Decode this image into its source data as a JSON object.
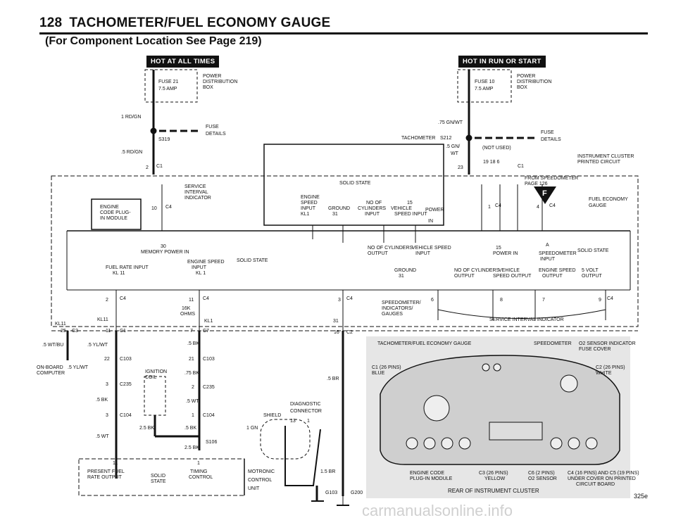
{
  "header": {
    "page_number": "128",
    "title": "TACHOMETER/FUEL ECONOMY GAUGE",
    "subtitle": "(For Component Location See Page 219)"
  },
  "banners": {
    "hot_all": "HOT AT ALL TIMES",
    "hot_run": "HOT IN RUN OR START"
  },
  "left_fuse": {
    "name": "FUSE 21",
    "amp": "7.5 AMP",
    "box1": "POWER",
    "box2": "DISTRIBUTION",
    "box3": "BOX",
    "wire1": "1 RD/GN",
    "detail1": "FUSE",
    "detail2": "DETAILS",
    "splice": "S319",
    "wire2": ".5 RD/GN",
    "conn": "C1",
    "pin": "2"
  },
  "right_fuse": {
    "name": "FUSE 10",
    "amp": "7.5 AMP",
    "box1": "POWER",
    "box2": "DISTRIBUTION",
    "box3": "BOX",
    "wire1": ".75 GN/WT",
    "tach": "TACHOMETER",
    "splice": "S212",
    "detail1": "FUSE",
    "detail2": "DETAILS",
    "wire2": ".5 GN/",
    "wire3": "WT",
    "not_used": "(NOT USED)",
    "pins": "19  18  6",
    "conn": "C1",
    "pin": "23"
  },
  "cluster": {
    "line1": "INSTRUMENT CLUSTER",
    "line2": "PRINTED CIRCUIT",
    "from1": "FROM SPEEDOMETER",
    "from2": "PAGE 126",
    "fuel_gauge1": "FUEL ECONOMY",
    "fuel_gauge2": "GAUGE",
    "gauge_letter": "F",
    "c4a": "C4",
    "c4a_pin": "1",
    "c4b": "C4",
    "c4b_pin": "4"
  },
  "solid_top": {
    "title": "SOLID STATE",
    "l1": "ENGINE",
    "l2": "SPEED",
    "l3": "INPUT",
    "l4": "KL1",
    "g1": "GROUND",
    "g2": "31",
    "n1": "NO OF",
    "n2": "CYLINDERS",
    "n3": "INPUT",
    "v1": "15",
    "v2": "VEHICLE",
    "v3": "SPEED INPUT",
    "p1": "POWER",
    "p2": "IN"
  },
  "service": {
    "l1": "SERVICE",
    "l2": "INTERVAL",
    "l3": "INDICATOR",
    "pin": "10",
    "conn": "C4"
  },
  "ecm": {
    "l1": "ENGINE",
    "l2": "CODE PLUG-",
    "l3": "IN MODULE"
  },
  "mid_left": {
    "n30": "30",
    "mem": "MEMORY POWER IN",
    "fuel1": "FUEL RATE INPUT",
    "fuel2": "KL 11",
    "eng1": "ENGINE SPEED",
    "eng2": "INPUT",
    "eng3": "KL 1",
    "solid": "SOLID STATE"
  },
  "mid_right": {
    "a1": "NO OF CYLINDERS",
    "a2": "OUTPUT",
    "b1": "VEHICLE SPEED",
    "b2": "INPUT",
    "c1": "15",
    "c2": "POWER IN",
    "d1": "A",
    "d2": "SPEEDOMETER",
    "d3": "INPUT",
    "solid": "SOLID STATE",
    "g1": "GROUND",
    "g2": "31",
    "e1": "NO OF CYLINDERS",
    "e2": "OUTPUT",
    "f1": "VEHICLE",
    "f2": "SPEED OUTPUT",
    "h1": "ENGINE SPEED",
    "h2": "OUTPUT",
    "i1": "5 VOLT",
    "i2": "OUTPUT"
  },
  "low_row": {
    "c4_2": "C4",
    "p2": "2",
    "c4_11": "C4",
    "p11": "11",
    "ohm1": "16K",
    "ohm2": "OHMS",
    "kl1": "KL1",
    "kl11a": "KL11",
    "kl11b": "KL11",
    "c4_3": "C4",
    "p3": "3",
    "speedo1": "SPEEDOMETER/",
    "speedo2": "INDICATORS/",
    "speedo3": "GAUGES",
    "n31": "31",
    "p6": "6",
    "p8": "8",
    "p7": "7",
    "p9": "9",
    "c4_9": "C4",
    "sii": "SERVICE INTERVAL INDICATOR"
  },
  "bottom_left": {
    "p25": "25",
    "c3": "C3",
    "p11": "11",
    "c1": "C1",
    "p7": "7",
    "c7": "C7",
    "p16": "16",
    "c2": "C2",
    "w1": ".5 WT/BU",
    "w2": ".5 YL/WT",
    "w3": ".5 BK",
    "p22": "22",
    "c103a": "C103",
    "p21": "21",
    "c103b": "C103",
    "obc1": "ON-BOARD",
    "obc2": "COMPUTER",
    "w4": ".5 YL/WT",
    "ign1": "IGNITION",
    "ign2": "COIL",
    "w5": ".75 BK",
    "p3a": "3",
    "c235a": "C235",
    "p2": "2",
    "c235b": "C235",
    "w6": ".5 BK",
    "w7": ".5 WT",
    "p3b": "3",
    "c104a": "C104",
    "p1": "1",
    "c104b": "C104",
    "w8": "2.5 BK",
    "w9": ".5 BK",
    "w10": ".5 WT",
    "s106": "S106",
    "w11": "2.5 BK",
    "p11b": "11",
    "p1b": "1",
    "pf1": "PRESENT FUEL",
    "pf2": "RATE OUTPUT",
    "ss1": "SOLID",
    "ss2": "STATE",
    "tc1": "TIMING",
    "tc2": "CONTROL",
    "mot1": "MOTRONIC",
    "mot2": "CONTROL",
    "mot3": "UNIT"
  },
  "bottom_mid": {
    "diag1": "DIAGNOSTIC",
    "diag2": "CONNECTOR",
    "shield": "SHIELD",
    "p13": "13",
    "p1": "1",
    "gn": "1 GN",
    "br1": ".5 BR",
    "br2": "1.5 BR",
    "g103": "G103",
    "g200": "G200"
  },
  "panel": {
    "title": "TACHOMETER/FUEL ECONOMY GAUGE",
    "speedo": "SPEEDOMETER",
    "o2a": "O2 SENSOR INDICATOR",
    "o2b": "FUSE COVER",
    "c1a": "C1 (26 PINS)",
    "c1b": "BLUE",
    "c2a": "C2 (26 PINS)",
    "c2b": "WHITE",
    "ecp1": "ENGINE CODE",
    "ecp2": "PLUG-IN MODULE",
    "c3a": "C3 (26 PINS)",
    "c3b": "YELLOW",
    "c6a": "C6 (2 PINS)",
    "c6b": "O2 SENSOR",
    "c4a": "C4 (16 PINS) AND C5 (19 PINS)",
    "c4b": "UNDER COVER ON PRINTED",
    "c4c": "CIRCUIT BOARD",
    "rear": "REAR OF INSTRUMENT CLUSTER"
  },
  "footer": {
    "ref": "325e",
    "watermark": "carmanualsonline.info"
  }
}
